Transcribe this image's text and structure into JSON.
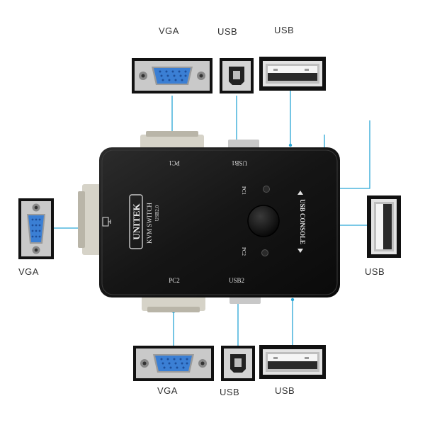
{
  "labels": {
    "top_vga": "VGA",
    "top_usb_b": "USB",
    "top_usb_a": "USB",
    "left_vga": "VGA",
    "right_usb": "USB",
    "bottom_vga": "VGA",
    "bottom_usb_b": "USB",
    "bottom_usb_a": "USB"
  },
  "device": {
    "brand": "UNITEK",
    "model_line1": "KVM  SWITCH",
    "model_line2": "USB2.0",
    "port_pc1": "PC1",
    "port_usb1": "USB1",
    "port_pc2": "PC2",
    "port_usb2": "USB2",
    "led_pc1": "PC1",
    "led_pc2": "PC2",
    "console": "USB CONSOLE"
  },
  "colors": {
    "leader_line": "#2aa6d6",
    "device_body": "#141414",
    "vga_blue": "#3b7fd4"
  }
}
